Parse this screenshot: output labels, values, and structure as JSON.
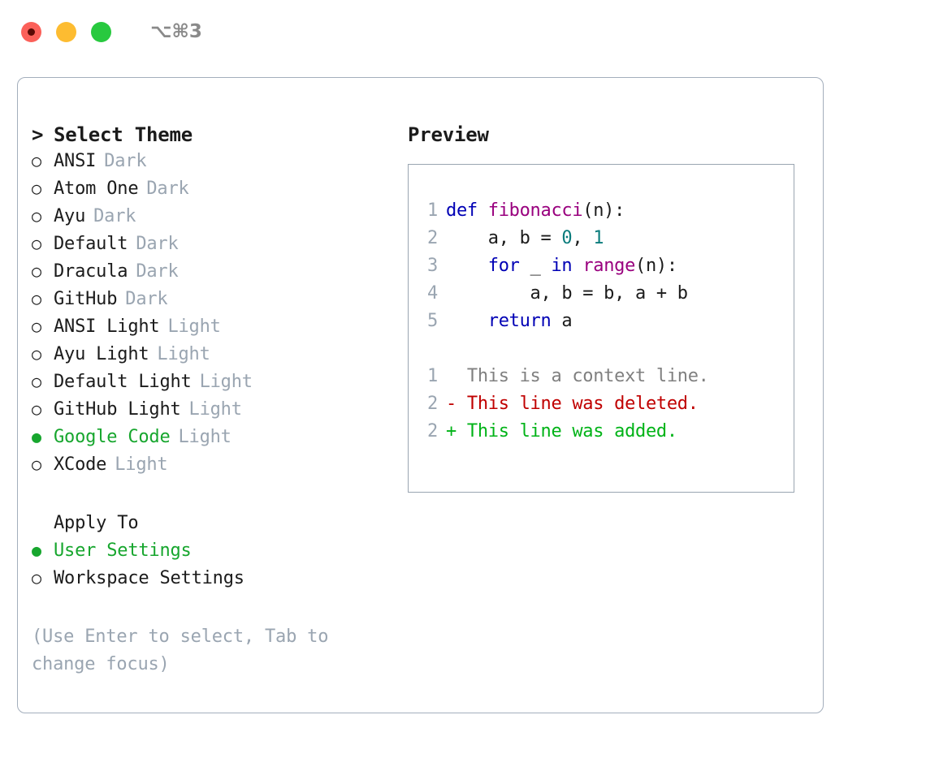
{
  "titlebar": {
    "lights": [
      {
        "name": "close-button",
        "color": "#fb6059",
        "recording": true
      },
      {
        "name": "minimize-button",
        "color": "#fdbc31",
        "recording": false
      },
      {
        "name": "maximize-button",
        "color": "#28c93f",
        "recording": false
      }
    ],
    "shortcut": "⌥⌘3"
  },
  "theme_picker": {
    "marker": ">",
    "title": "Select Theme",
    "bullet_unselected": "○",
    "bullet_selected": "●",
    "options": [
      {
        "label": "ANSI",
        "variant": "Dark",
        "selected": false
      },
      {
        "label": "Atom One",
        "variant": "Dark",
        "selected": false
      },
      {
        "label": "Ayu",
        "variant": "Dark",
        "selected": false
      },
      {
        "label": "Default",
        "variant": "Dark",
        "selected": false
      },
      {
        "label": "Dracula",
        "variant": "Dark",
        "selected": false
      },
      {
        "label": "GitHub",
        "variant": "Dark",
        "selected": false
      },
      {
        "label": "ANSI Light",
        "variant": "Light",
        "selected": false
      },
      {
        "label": "Ayu Light",
        "variant": "Light",
        "selected": false
      },
      {
        "label": "Default Light",
        "variant": "Light",
        "selected": false
      },
      {
        "label": "GitHub Light",
        "variant": "Light",
        "selected": false
      },
      {
        "label": "Google Code",
        "variant": "Light",
        "selected": true
      },
      {
        "label": "XCode",
        "variant": "Light",
        "selected": false
      }
    ]
  },
  "apply_to": {
    "title": "Apply To",
    "options": [
      {
        "label": "User Settings",
        "selected": true
      },
      {
        "label": "Workspace Settings",
        "selected": false
      }
    ]
  },
  "hint": "(Use Enter to select, Tab to change focus)",
  "preview": {
    "title": "Preview",
    "code_lines": [
      {
        "num": "1",
        "tokens": [
          {
            "t": "def ",
            "k": "kw"
          },
          {
            "t": "fibonacci",
            "k": "fn"
          },
          {
            "t": "(n):",
            "k": "plain"
          }
        ]
      },
      {
        "num": "2",
        "tokens": [
          {
            "t": "    a, b = ",
            "k": "plain"
          },
          {
            "t": "0",
            "k": "num"
          },
          {
            "t": ", ",
            "k": "plain"
          },
          {
            "t": "1",
            "k": "num"
          }
        ]
      },
      {
        "num": "3",
        "tokens": [
          {
            "t": "    ",
            "k": "plain"
          },
          {
            "t": "for",
            "k": "kw"
          },
          {
            "t": " _ ",
            "k": "plain"
          },
          {
            "t": "in",
            "k": "kw"
          },
          {
            "t": " ",
            "k": "plain"
          },
          {
            "t": "range",
            "k": "fn"
          },
          {
            "t": "(n):",
            "k": "plain"
          }
        ]
      },
      {
        "num": "4",
        "tokens": [
          {
            "t": "        a, b = b, a + b",
            "k": "plain"
          }
        ]
      },
      {
        "num": "5",
        "tokens": [
          {
            "t": "    ",
            "k": "plain"
          },
          {
            "t": "return",
            "k": "kw"
          },
          {
            "t": " a",
            "k": "plain"
          }
        ]
      }
    ],
    "diff_lines": [
      {
        "num": "1",
        "marker": "  ",
        "text": "This is a context line.",
        "kind": "ctx"
      },
      {
        "num": "2",
        "marker": "- ",
        "text": "This line was deleted.",
        "kind": "del"
      },
      {
        "num": "2",
        "marker": "+ ",
        "text": "This line was added.",
        "kind": "add"
      }
    ]
  },
  "colors": {
    "accent_green": "#17a62e",
    "muted": "#9aa5b1",
    "keyword": "#0000b5",
    "function": "#99007e",
    "number": "#0b7c7c",
    "diff_add": "#00b317",
    "diff_del": "#c00000",
    "diff_ctx": "#808080",
    "border": "#a3aebc",
    "text": "#1b1b1b"
  }
}
